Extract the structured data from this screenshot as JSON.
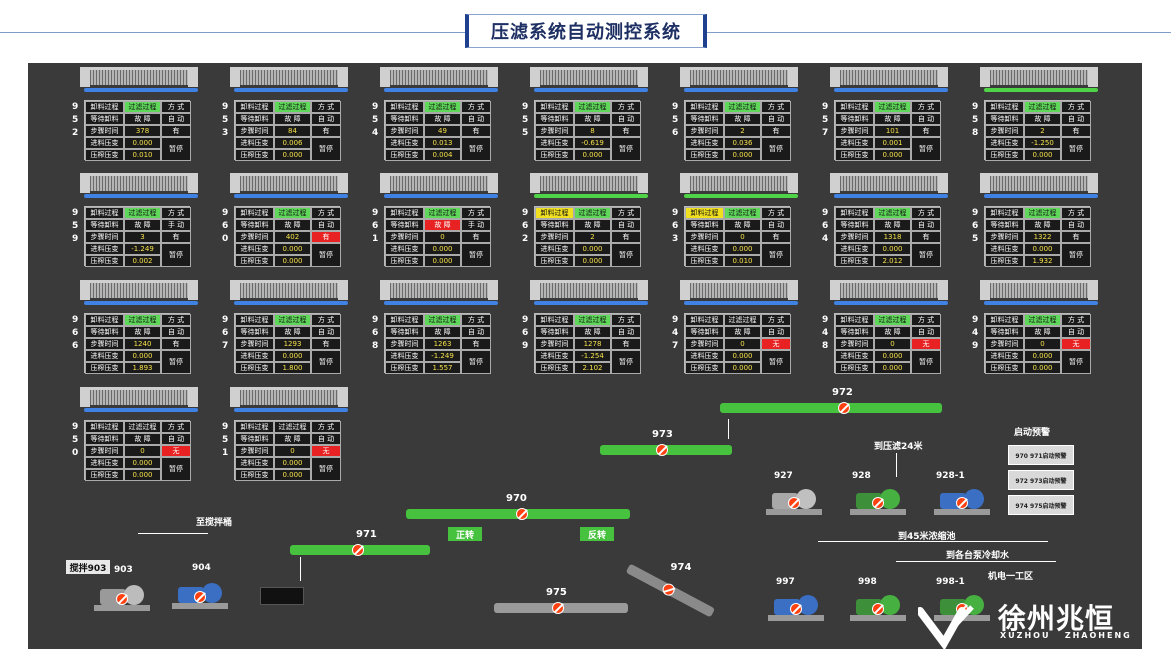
{
  "title": "压滤系统自动测控系统",
  "labels": {
    "row1": "卸料过程",
    "row1b": "过滤过程",
    "mode": "方 式",
    "wait": "等待卸料",
    "fault": "故 障",
    "auto": "自 动",
    "manual": "手 动",
    "step": "步骤时间",
    "feedp": "进料压变",
    "pressp": "压榨压变",
    "pause": "暂停",
    "have": "有",
    "none": "无"
  },
  "presses": [
    {
      "nums": [
        "9",
        "5",
        "2"
      ],
      "belt": "blue",
      "hl": "g",
      "state": "故 障",
      "mode": "自 动",
      "time": "378",
      "t_flag": "有",
      "feed": "0.000",
      "press": "0.010",
      "t_red": false
    },
    {
      "nums": [
        "9",
        "5",
        "3"
      ],
      "belt": "blue",
      "hl": "g",
      "state": "故 障",
      "mode": "自 动",
      "time": "84",
      "t_flag": "有",
      "feed": "0.006",
      "press": "0.000",
      "t_red": false
    },
    {
      "nums": [
        "9",
        "5",
        "4"
      ],
      "belt": "blue",
      "hl": "g",
      "state": "故 障",
      "mode": "自 动",
      "time": "49",
      "t_flag": "有",
      "feed": "0.013",
      "press": "0.004",
      "t_red": false
    },
    {
      "nums": [
        "9",
        "5",
        "5"
      ],
      "belt": "blue",
      "hl": "g",
      "state": "故 障",
      "mode": "自 动",
      "time": "8",
      "t_flag": "有",
      "feed": "-0.619",
      "press": "0.000",
      "t_red": false
    },
    {
      "nums": [
        "9",
        "5",
        "6"
      ],
      "belt": "blue",
      "hl": "g",
      "state": "故 障",
      "mode": "自 动",
      "time": "2",
      "t_flag": "有",
      "feed": "0.036",
      "press": "0.000",
      "t_red": false
    },
    {
      "nums": [
        "9",
        "5",
        "7"
      ],
      "belt": "blue",
      "hl": "g",
      "state": "故 障",
      "mode": "自 动",
      "time": "101",
      "t_flag": "有",
      "feed": "0.001",
      "press": "0.000",
      "t_red": false
    },
    {
      "nums": [
        "9",
        "5",
        "8"
      ],
      "belt": "green",
      "hl": "g",
      "state": "故 障",
      "mode": "自 动",
      "time": "2",
      "t_flag": "有",
      "feed": "-1.250",
      "press": "0.000",
      "t_red": false
    },
    {
      "nums": [
        "9",
        "5",
        "9"
      ],
      "belt": "blue",
      "hl": "g",
      "state": "故 障",
      "mode": "手 动",
      "time": "3",
      "t_flag": "有",
      "feed": "-1.249",
      "press": "0.002",
      "t_red": false
    },
    {
      "nums": [
        "9",
        "6",
        "0"
      ],
      "belt": "blue",
      "hl": "g",
      "state": "故 障",
      "mode": "自 动",
      "time": "402",
      "t_flag": "有",
      "feed": "0.000",
      "press": "0.000",
      "t_red": true
    },
    {
      "nums": [
        "9",
        "6",
        "1"
      ],
      "belt": "blue",
      "hl": "g",
      "state": "故 障",
      "mode": "手 动",
      "time": "0",
      "t_flag": "有",
      "feed": "0.000",
      "press": "0.000",
      "t_red": false,
      "state_red": true
    },
    {
      "nums": [
        "9",
        "6",
        "2"
      ],
      "belt": "green",
      "hl": "y",
      "state": "故 障",
      "mode": "自 动",
      "time": "2",
      "t_flag": "有",
      "feed": "0.000",
      "press": "0.000",
      "t_red": false
    },
    {
      "nums": [
        "9",
        "6",
        "3"
      ],
      "belt": "green",
      "hl": "y",
      "state": "故 障",
      "mode": "自 动",
      "time": "0",
      "t_flag": "有",
      "feed": "0.000",
      "press": "0.010",
      "t_red": false
    },
    {
      "nums": [
        "9",
        "6",
        "4"
      ],
      "belt": "blue",
      "hl": "g",
      "state": "故 障",
      "mode": "自 动",
      "time": "1318",
      "t_flag": "有",
      "feed": "0.000",
      "press": "2.012",
      "t_red": false
    },
    {
      "nums": [
        "9",
        "6",
        "5"
      ],
      "belt": "blue",
      "hl": "g",
      "state": "故 障",
      "mode": "自 动",
      "time": "1322",
      "t_flag": "有",
      "feed": "0.000",
      "press": "1.932",
      "t_red": false
    },
    {
      "nums": [
        "9",
        "6",
        "6"
      ],
      "belt": "blue",
      "hl": "g",
      "state": "故 障",
      "mode": "自 动",
      "time": "1240",
      "t_flag": "有",
      "feed": "0.000",
      "press": "1.893",
      "t_red": false
    },
    {
      "nums": [
        "9",
        "6",
        "7"
      ],
      "belt": "blue",
      "hl": "g",
      "state": "故 障",
      "mode": "自 动",
      "time": "1293",
      "t_flag": "有",
      "feed": "0.000",
      "press": "1.800",
      "t_red": false
    },
    {
      "nums": [
        "9",
        "6",
        "8"
      ],
      "belt": "blue",
      "hl": "g",
      "state": "故 障",
      "mode": "自 动",
      "time": "1263",
      "t_flag": "有",
      "feed": "-1.249",
      "press": "1.557",
      "t_red": false
    },
    {
      "nums": [
        "9",
        "6",
        "9"
      ],
      "belt": "blue",
      "hl": "g",
      "state": "故 障",
      "mode": "自 动",
      "time": "1278",
      "t_flag": "有",
      "feed": "-1.254",
      "press": "2.102",
      "t_red": false
    },
    {
      "nums": [
        "9",
        "4",
        "7"
      ],
      "belt": "blue",
      "hl": "n",
      "state": "故 障",
      "mode": "自 动",
      "time": "0",
      "t_flag": "无",
      "feed": "0.000",
      "press": "0.000",
      "t_red": true
    },
    {
      "nums": [
        "9",
        "4",
        "8"
      ],
      "belt": "blue",
      "hl": "g",
      "state": "故 障",
      "mode": "自 动",
      "time": "0",
      "t_flag": "无",
      "feed": "0.000",
      "press": "0.000",
      "t_red": true
    },
    {
      "nums": [
        "9",
        "4",
        "9"
      ],
      "belt": "blue",
      "hl": "g",
      "state": "故 障",
      "mode": "自 动",
      "time": "0",
      "t_flag": "无",
      "feed": "0.000",
      "press": "0.000",
      "t_red": true
    },
    {
      "nums": [
        "9",
        "5",
        "0"
      ],
      "belt": "blue",
      "hl": "n",
      "state": "故 障",
      "mode": "自 动",
      "time": "0",
      "t_flag": "无",
      "feed": "0.000",
      "press": "0.000",
      "t_red": true
    },
    {
      "nums": [
        "9",
        "5",
        "1"
      ],
      "belt": "blue",
      "hl": "n",
      "state": "故 障",
      "mode": "自 动",
      "time": "0",
      "t_flag": "无",
      "feed": "0.000",
      "press": "0.000",
      "t_red": true
    }
  ],
  "conveyors": {
    "c972": "972",
    "c973": "973",
    "c970": "970",
    "c971": "971",
    "c974": "974",
    "c975": "975"
  },
  "buttons": {
    "forward": "正转",
    "reverse": "反转",
    "mixer": "搅拌903"
  },
  "equip": {
    "p903": "903",
    "p904": "904",
    "p927": "927",
    "p928": "928",
    "p9281": "928-1",
    "p997": "997",
    "p998": "998",
    "p9981": "998-1"
  },
  "text": {
    "to_tank": "至搅拌桶",
    "to_plant": "到压滤24米",
    "to_pool": "到45米浓缩池",
    "to_cooling": "到各台泵冷却水",
    "to_workshop": "机电一工区",
    "alarm_title": "启动预警",
    "alarm1": "970 971启动预警",
    "alarm2": "972 973启动预警",
    "alarm3": "974 975启动预警"
  },
  "brand": {
    "name": "徐州兆恒",
    "sub": "XUZHOU   ZHAOHENG"
  },
  "colors": {
    "panel": "#3a3a3a",
    "belt_green": "#46c23e",
    "belt_blue": "#3f82e3",
    "alarm_red": "#e82222",
    "highlight_green": "#5fd85a",
    "highlight_yellow": "#f0e020"
  }
}
